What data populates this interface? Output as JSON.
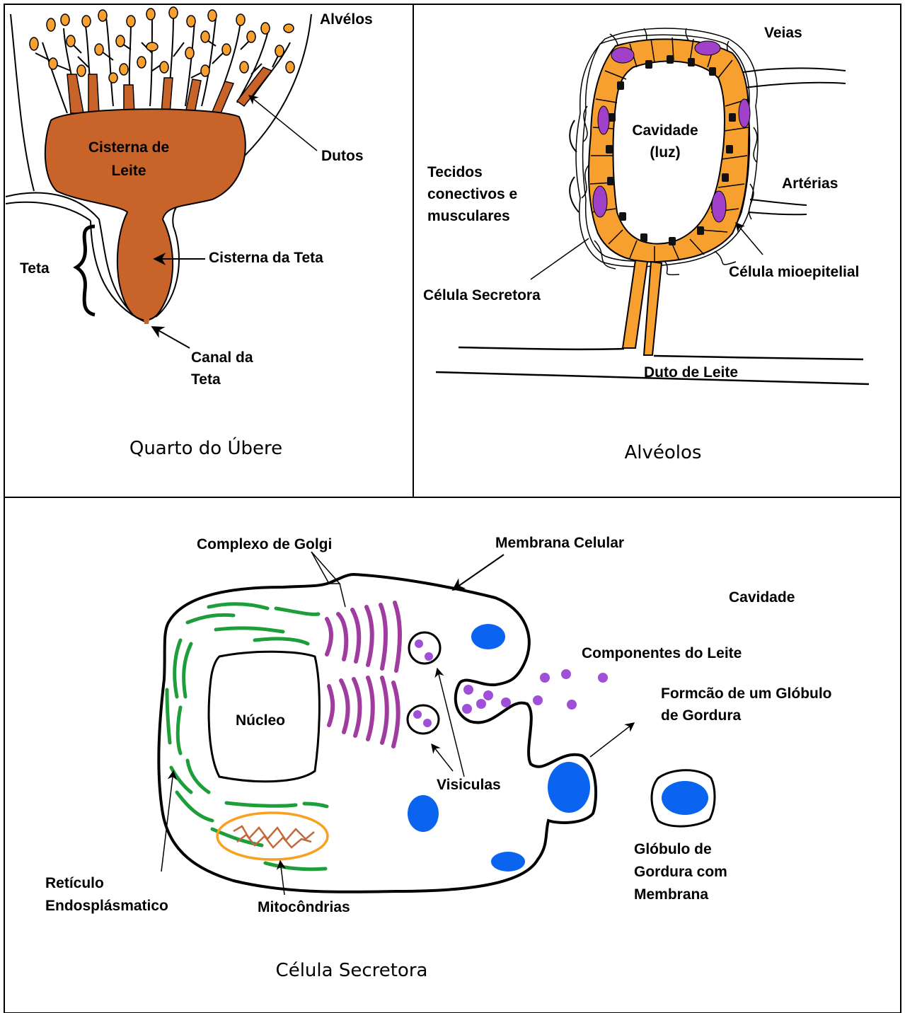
{
  "colors": {
    "cistern": "#C8642A",
    "alveolus_orange": "#F7A030",
    "myoepithelial": "#A040C8",
    "golgi": "#A03CA0",
    "er_green": "#1E9E3A",
    "fat_blue": "#0A64F0",
    "vesicle_purple": "#A050D8",
    "mito_outer": "#F8A020",
    "mito_inner": "#C06A3C",
    "line": "#000000",
    "background": "#FFFFFF"
  },
  "panel_udder": {
    "caption": "Quarto do Úbere",
    "label_alveolos": "Alvélos",
    "label_dutos": "Dutos",
    "label_cistern_line1": "Cisterna de",
    "label_cistern_line2": "Leite",
    "label_teta": "Teta",
    "label_teat_cistern": "Cisterna da Teta",
    "label_teat_canal_line1": "Canal da",
    "label_teat_canal_line2": "Teta"
  },
  "panel_alveoli": {
    "caption": "Alvéolos",
    "label_veias": "Veias",
    "label_cavity_line1": "Cavidade",
    "label_cavity_line2": "(luz)",
    "label_arterias": "Artérias",
    "label_tissue_line1": "Tecidos",
    "label_tissue_line2": "conectivos e",
    "label_tissue_line3": "musculares",
    "label_myo": "Célula mioepitelial",
    "label_secretory": "Célula Secretora",
    "label_milk_duct": "Duto de Leite"
  },
  "panel_cell": {
    "caption": "Célula Secretora",
    "label_golgi": "Complexo de Golgi",
    "label_membrane": "Membrana Celular",
    "label_cavity": "Cavidade",
    "label_components": "Componentes do Leite",
    "label_fat_formation_line1": "Formcão de um Glóbulo",
    "label_fat_formation_line2": "de Gordura",
    "label_nucleus": "Núcleo",
    "label_vesicles": "Visiculas",
    "label_er_line1": "Retículo",
    "label_er_line2": "Endosplásmatico",
    "label_mito": "Mitocôndrias",
    "label_fat_globule_line1": "Glóbulo de",
    "label_fat_globule_line2": "Gordura com",
    "label_fat_globule_line3": "Membrana"
  }
}
